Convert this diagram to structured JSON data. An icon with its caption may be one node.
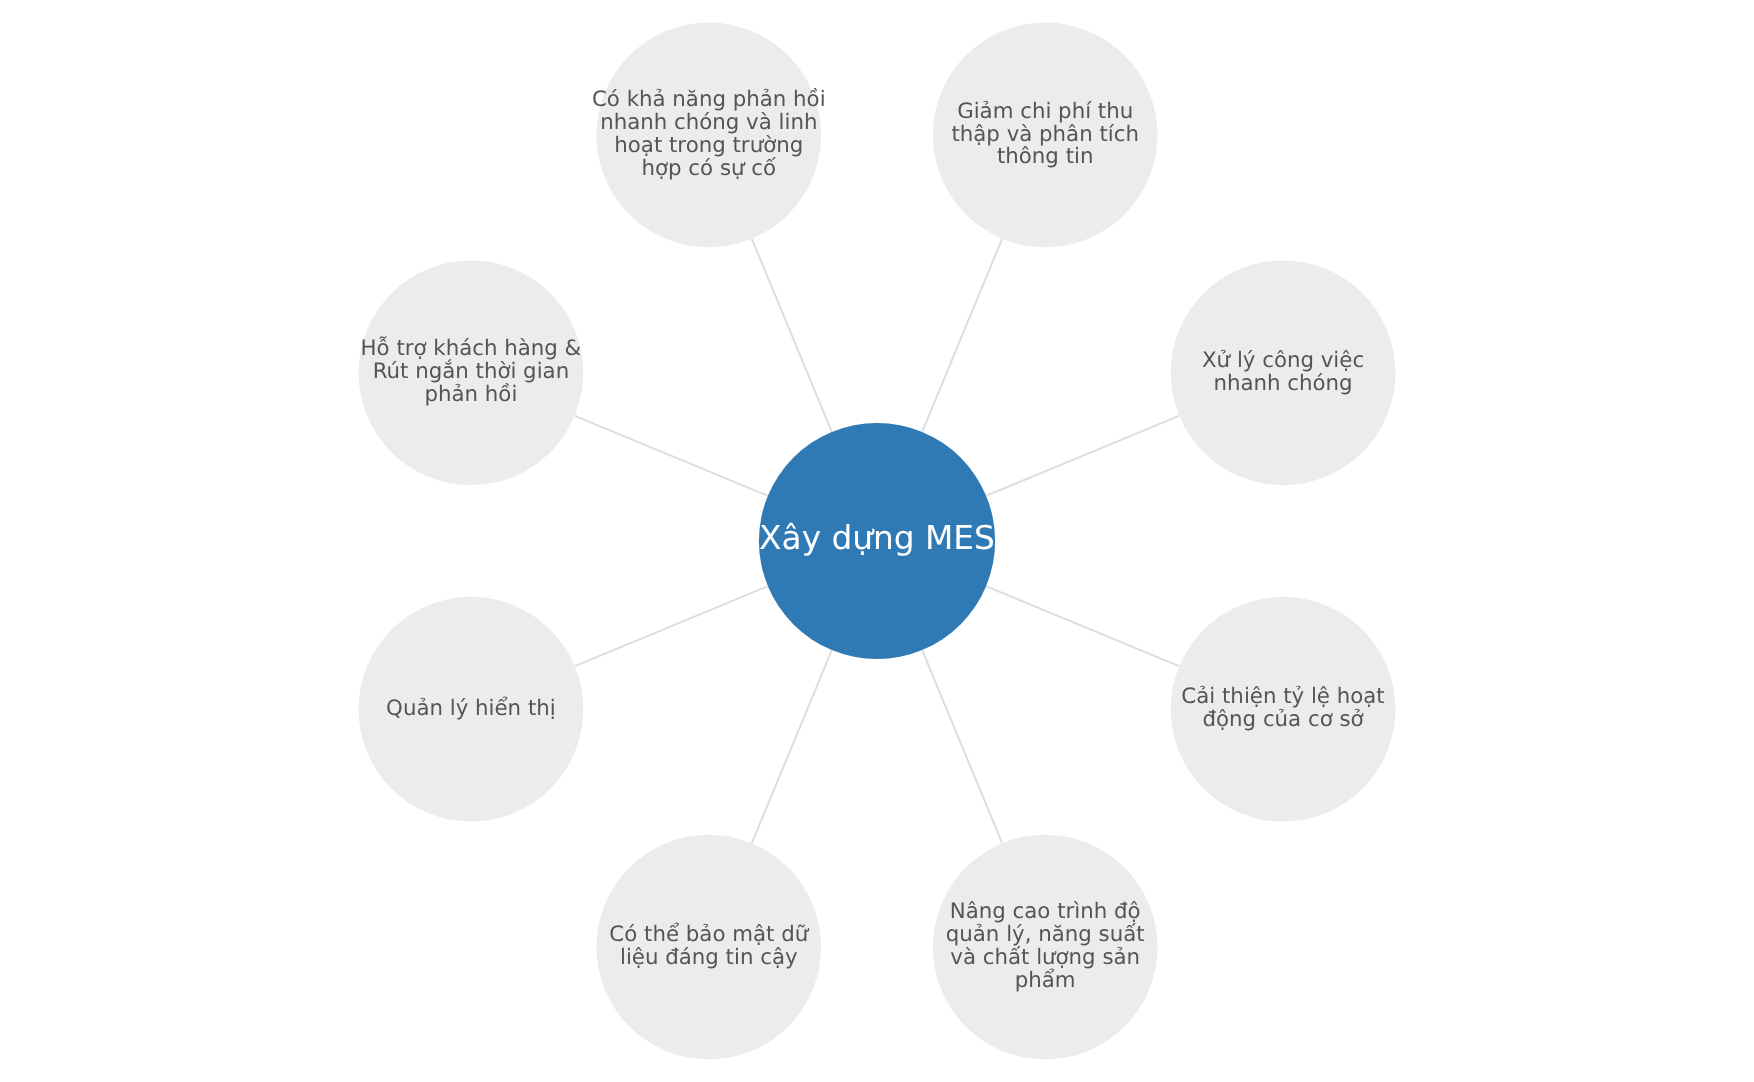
{
  "diagram": {
    "nodes": [
      {
        "text": [
          "Xây dựng MES"
        ]
      },
      {
        "text": [
          "Xử lý công việc nhanh chóng"
        ]
      },
      {
        "text": [
          "Giảm chi phí thu thập và phân tích thông tin"
        ]
      },
      {
        "text": [
          "Có khả năng phản hồi nhanh chóng và linh hoạt trong trường hợp có sự cố"
        ]
      },
      {
        "text": [
          "Hỗ trợ khách hàng & Rút ngắn thời gian phản hồi"
        ]
      },
      {
        "text": [
          "Quản lý hiển thị"
        ]
      },
      {
        "text": [
          "Có thể bảo mật dữ liệu đáng tin cậy"
        ]
      },
      {
        "text": [
          "Nâng cao trình độ quản lý, năng suất và chất lượng sản phẩm"
        ]
      },
      {
        "text": [
          "Cải thiện tỷ lệ hoạt động của cơ sở"
        ]
      }
    ],
    "edges": [
      {
        "from": 0,
        "to": 1,
        "arrow": "none"
      },
      {
        "from": 0,
        "to": 2,
        "arrow": "none"
      },
      {
        "from": 0,
        "to": 4,
        "arrow": "none"
      },
      {
        "from": 0,
        "to": 5,
        "arrow": "none"
      },
      {
        "from": 0,
        "to": 8,
        "arrow": "none"
      },
      {
        "from": 0,
        "to": 7,
        "arrow": "none"
      },
      {
        "from": 0,
        "to": 6,
        "arrow": "none"
      },
      {
        "from": 0,
        "to": 3,
        "arrow": "none"
      }
    ]
  }
}
